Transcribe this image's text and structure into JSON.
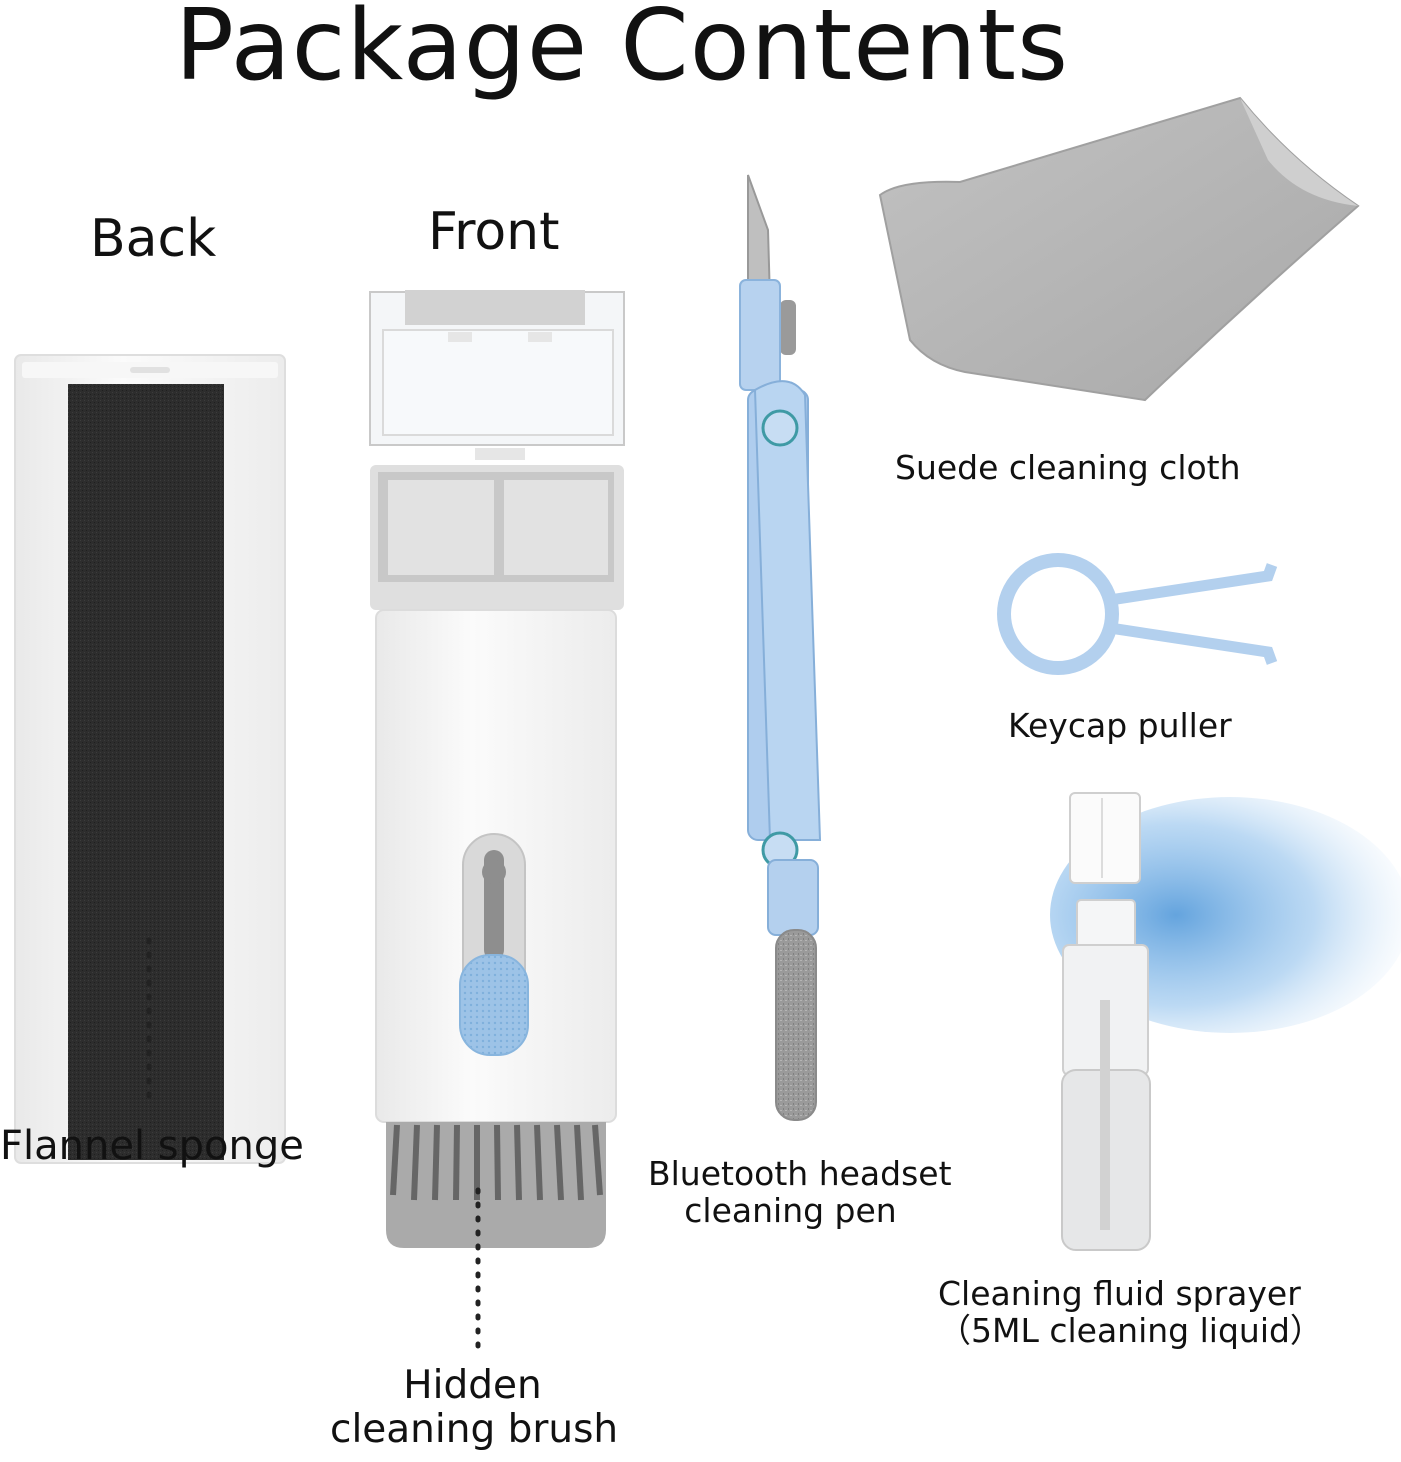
{
  "title": "Package Contents",
  "labels": {
    "back": "Back",
    "front": "Front",
    "flannel_sponge": "Flannel sponge",
    "hidden_brush_line1": "Hidden",
    "hidden_brush_line2": "cleaning brush",
    "pen_line1": "Bluetooth headset",
    "pen_line2": "cleaning pen",
    "cloth": "Suede cleaning cloth",
    "keycap_puller": "Keycap puller",
    "sprayer_line1": "Cleaning fluid sprayer",
    "sprayer_line2": "（5ML cleaning liquid）"
  },
  "colors": {
    "body_white": "#f3f3f3",
    "sponge_black": "#2b2b2b",
    "accent_blue": "#a9cbeb",
    "cloth_gray": "#b3b3b3",
    "bristle_gray": "#8a8a8a"
  }
}
